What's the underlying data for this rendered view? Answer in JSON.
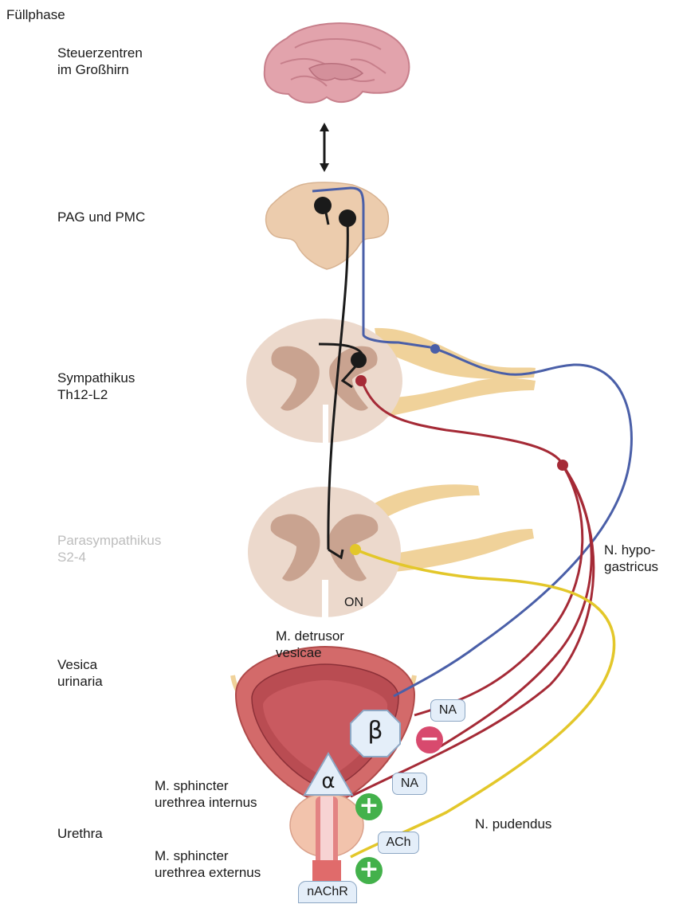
{
  "title": "Füllphase",
  "levels": {
    "cortex": "Steuerzentren\nim Großhirn",
    "pag": "PAG und PMC",
    "sympathetic": "Sympathikus\nTh12-L2",
    "parasympathetic": "Parasympathikus\nS2-4",
    "bladder": "Vesica\nurinaria",
    "urethra": "Urethra"
  },
  "labels": {
    "detrusor": "M. detrusor\nvesicae",
    "sphincter_internus": "M. sphincter\nurethrea internus",
    "sphincter_externus": "M. sphincter\nurethrea externus",
    "onuf": "ON",
    "n_hypogastricus": "N. hypo-\ngastricus",
    "n_pudendus": "N. pudendus"
  },
  "badges": {
    "na_beta": "NA",
    "na_alpha": "NA",
    "ach": "ACh",
    "nachr": "nAChR"
  },
  "receptors": {
    "beta": "β",
    "alpha": "α"
  },
  "effects": {
    "inhibition": "−",
    "excitation_internus": "+",
    "excitation_externus": "+"
  },
  "colors": {
    "text": "#1a1a1a",
    "faded_text": "#bdbdbd",
    "cortical_tract": "#1a1a1a",
    "sympathetic_afferent": "#4a5fa8",
    "sympathetic_efferent": "#a52a36",
    "pudendal": "#e3c72a",
    "spinal_grey": "#c9a390",
    "spinal_white": "#ecd9cc",
    "nerve_root": "#f0d29a",
    "bladder_muscle": "#d36a6a",
    "inhibit_sign": "#d84a6e",
    "excite_sign": "#43b14b",
    "badge_fill": "#e4eef9"
  }
}
